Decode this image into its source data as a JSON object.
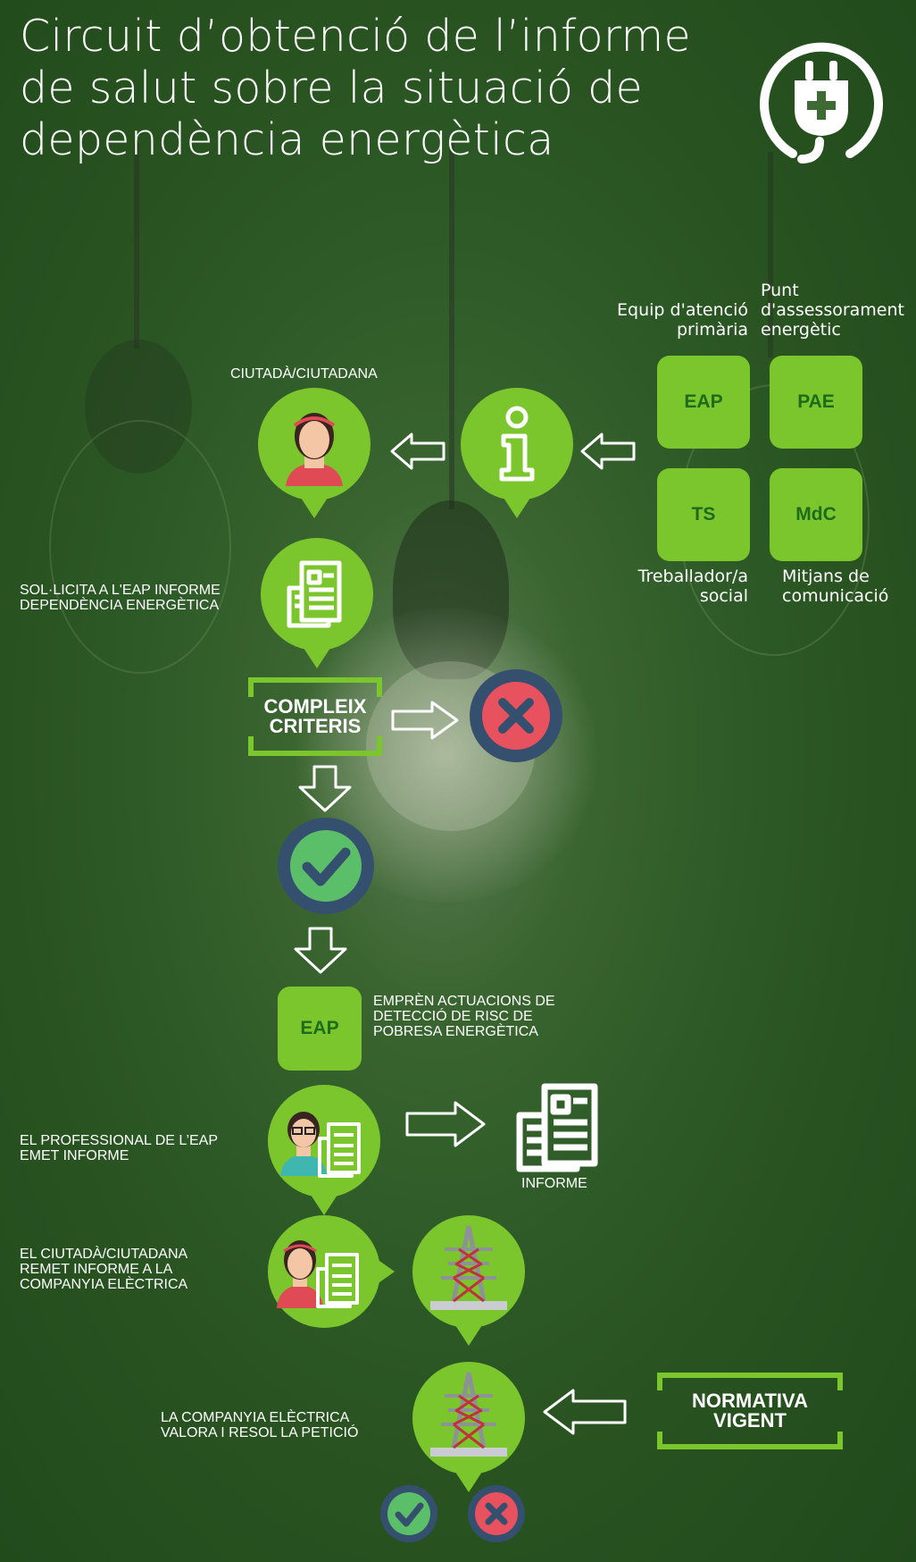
{
  "title": "Circuit d’obtenció de l’informe de salut sobre la situació de dependència energètica",
  "title_lines": [
    "Circuit d’obtenció de l’informe",
    "de salut sobre la situació de",
    "dependència energètica"
  ],
  "colors": {
    "accent": "#7bc62d",
    "tile_text": "#1e6b1b",
    "ok": "#5bbf6a",
    "ko": "#e8525f",
    "ring": "#34506e"
  },
  "icons": {
    "plug": "plug-health-icon",
    "citizen": "citizen-icon",
    "info": "info-icon",
    "document": "document-icon",
    "professional": "professional-icon",
    "tower": "power-tower-icon"
  },
  "labels": {
    "citizen": "CIUTADÀ/CIUTADANA",
    "request": [
      "SOL·LICITA A L'EAP INFORME",
      "DEPENDÈNCIA ENERGÈTICA"
    ],
    "action": [
      "EMPRÈN ACTUACIONS DE",
      "DETECCIÓ DE RISC DE",
      "POBRESA ENERGÈTICA"
    ],
    "professional": [
      "EL  PROFESSIONAL DE L’EAP",
      "EMET INFORME"
    ],
    "report": "INFORME",
    "send": [
      "EL CIUTADÀ/CIUTADANA",
      "REMET INFORME  A LA",
      "COMPANYIA ELÈCTRICA"
    ],
    "resolve": [
      "LA  COMPANYIA ELÈCTRICA",
      "VALORA I RESOL LA PETICIÓ"
    ]
  },
  "criteria": [
    "COMPLEIX",
    "CRITERIS"
  ],
  "normativa": [
    "NORMATIVA",
    "VIGENT"
  ],
  "tiles": {
    "eap": "EAP",
    "pae": "PAE",
    "ts": "TS",
    "mdc": "MdC",
    "eap2": "EAP"
  },
  "tile_captions": {
    "eap": [
      "Equip d'atenció",
      "primària"
    ],
    "pae": [
      "Punt",
      "d'assessorament",
      "energètic"
    ],
    "ts": [
      "Treballador/a",
      "social"
    ],
    "mdc": [
      "Mitjans de",
      "comunicació"
    ]
  }
}
